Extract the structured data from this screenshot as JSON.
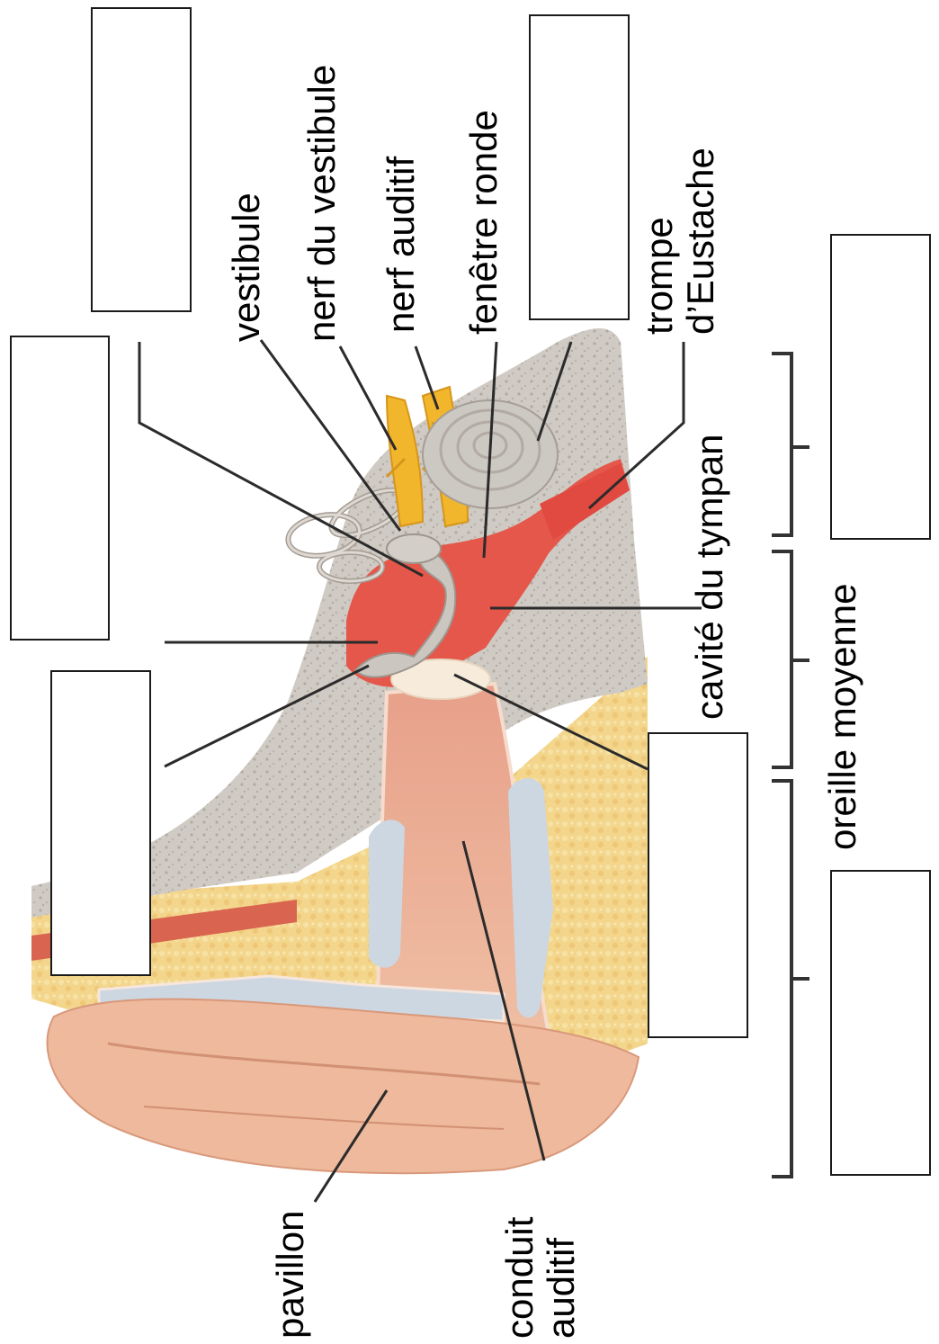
{
  "labels": {
    "vestibule": "vestibule",
    "nerf_vestibule": "nerf du vestibule",
    "nerf_auditif": "nerf auditif",
    "fenetre_ronde": "fenêtre ronde",
    "trompe_line1": "trompe",
    "trompe_line2": "d’Eustache",
    "cavite_line1": "cavité du tympan",
    "oreille_moyenne": "oreille moyenne",
    "pavillon": "pavillon",
    "conduit_line1": "conduit",
    "conduit_line2": "auditif"
  },
  "answer_boxes": [
    {
      "id": "box-top-left",
      "value": ""
    },
    {
      "id": "box-left-tall",
      "value": ""
    },
    {
      "id": "box-left-lower",
      "value": ""
    },
    {
      "id": "box-top-right",
      "value": ""
    },
    {
      "id": "box-right-upper",
      "value": ""
    },
    {
      "id": "box-middle-right",
      "value": ""
    },
    {
      "id": "box-right-lower",
      "value": ""
    }
  ],
  "colors": {
    "bone": "#cdc8c1",
    "bone_texture": "#b4ada5",
    "fat": "#f2d58a",
    "skin": "#edb69a",
    "canal": "#e7a38a",
    "cavity": "#e4554a",
    "nerve": "#f2b62d",
    "cartilage": "#cfd8e2",
    "leader": "#2b2b2b"
  }
}
